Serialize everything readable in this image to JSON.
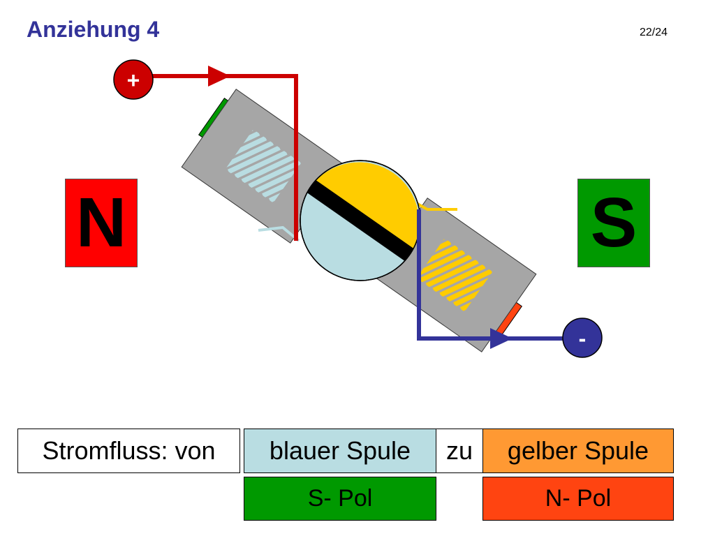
{
  "header": {
    "title": "Anziehung 4",
    "page": "22/24"
  },
  "magnets": {
    "north_label": "N",
    "south_label": "S"
  },
  "terminals": {
    "plus_label": "+",
    "minus_label": "-"
  },
  "legend": {
    "current_label": "Stromfluss: von",
    "from_coil": "blauer Spule",
    "to_word": "zu",
    "to_coil": "gelber Spule",
    "from_pole": "S- Pol",
    "to_pole": "N- Pol"
  },
  "colors": {
    "title": "#333399",
    "north": "#ff0000",
    "south": "#009900",
    "blue_coil": "#b9dde2",
    "yellow_coil": "#ffcc00",
    "plus_wire": "#cc0000",
    "minus_wire": "#333399",
    "orange": "#ff9933",
    "red_orange": "#ff4411"
  }
}
